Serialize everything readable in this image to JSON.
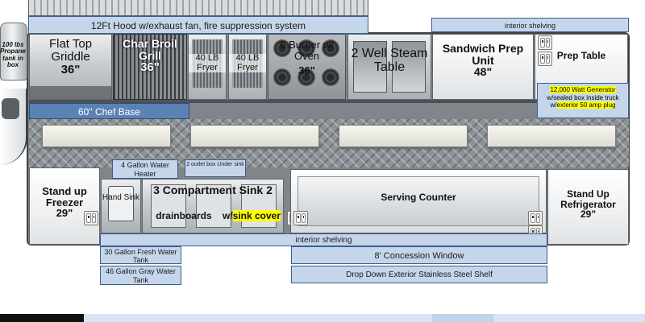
{
  "hood": {
    "label": "12Ft Hood w/exhaust fan, fire suppression system"
  },
  "propane": {
    "label": "100 lbs Propane tank in box"
  },
  "equipment_top": {
    "griddle": {
      "name": "Flat Top Griddle",
      "size": "36\""
    },
    "grill": {
      "name": "Char Broil Grill",
      "size": "36\""
    },
    "fryer1": {
      "name": "40 LB Fryer"
    },
    "fryer2": {
      "name": "40 LB Fryer"
    },
    "oven": {
      "name": "6 Burner w/ Oven",
      "size": "36\""
    },
    "steam_table": {
      "name": "2 Well Steam Table"
    },
    "sandwich_prep": {
      "name": "Sandwich Prep Unit",
      "size": "48\""
    },
    "prep_table": {
      "name": "Prep Table"
    },
    "interior_shelving_top": "interior shelving"
  },
  "chef_base": {
    "label": "60\" Chef Base"
  },
  "generator": {
    "line1": "12,000 Watt  Generator",
    "line2": "w/sealed box inside truck",
    "line3_pre": "w/",
    "line3_highlight": "exterior 50 amp plug"
  },
  "equipment_bottom": {
    "freezer": {
      "name": "Stand up Freezer",
      "size": "29\""
    },
    "water_heater": {
      "label": "4 Gallon Water Heater"
    },
    "outlet_box": {
      "label": "2 outlet box Under sink"
    },
    "hand_sink": {
      "label": "Hand Sink"
    },
    "sink": {
      "line1": "3 Compartment  Sink 2",
      "line2_pre": "drainboards    w/",
      "line2_highlight": "sink cover"
    },
    "serving_counter": {
      "label": "Serving Counter"
    },
    "refrigerator": {
      "name": "Stand Up Refrigerator",
      "size": "29\""
    }
  },
  "interior_shelving_bottom": {
    "label": "interior shelving"
  },
  "fresh_water": {
    "label": "30 Gallon Fresh Water Tank"
  },
  "gray_water": {
    "label": "46 Gallon Gray Water Tank"
  },
  "concession_window": {
    "label": "8' Concession Window"
  },
  "drop_shelf": {
    "label": "Drop Down Exterior Stainless Steel Shelf"
  },
  "colors": {
    "label_box": "#c5d6ea",
    "label_border": "#3d5f8f",
    "highlight": "#ffff00",
    "floor": "#8d9297"
  }
}
